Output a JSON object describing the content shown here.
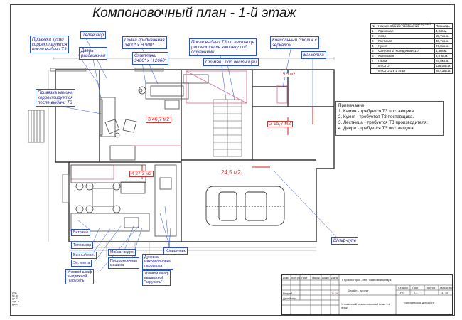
{
  "title": "Компоновочный план - 1-й этаж",
  "explication": {
    "heading": "Экспликация помещений",
    "columns": [
      "№",
      "Наименование помещений",
      "Площадь"
    ],
    "rows": [
      [
        "1",
        "Прихожая",
        "4,0кв.м."
      ],
      [
        "2",
        "Холл",
        "15,7кв.м."
      ],
      [
        "3",
        "Гостиная",
        "46,7кв.м."
      ],
      [
        "4",
        "Кухня",
        "27,3кв.м."
      ],
      [
        "5",
        "Санузел 2. Колодезная 1.7",
        "4,3кв.м."
      ],
      [
        "6",
        "Котельная",
        "5,5 кв.м."
      ],
      [
        "7",
        "Гараж",
        "24,5кв.м."
      ],
      [
        "",
        "ИТОГО",
        "128,0кв.м."
      ],
      [
        "",
        "ИТОГО 1 и 2 этаж",
        "287,3кв.м."
      ]
    ]
  },
  "notes": {
    "heading": "Примечание:",
    "items": [
      "1. Камин - требуется ТЗ поставщика.",
      "2. Кухня - требуется ТЗ поставщика.",
      "3. Лестница - требуется ТЗ производителя.",
      "4. Двери - требуется ТЗ поставщика."
    ]
  },
  "annotations": {
    "kitchen_binding": [
      "Привязка кухни",
      "корректируется",
      "после выдачи ТЗ"
    ],
    "tv": "Телевизор",
    "sliding_door": [
      "Дверь",
      "раздвижная"
    ],
    "shelf": [
      "Полка придиванная",
      "3400* х Н 900*"
    ],
    "shelving": [
      "Стеллажи",
      "3400* х Н 2660*"
    ],
    "stairs_note": [
      "После выдачи ТЗ по лестнице",
      "рассмотреть зашивку под",
      "ступенями"
    ],
    "under_stairs": "Ст.маш. под лестницей",
    "console": [
      "Консольный столик с",
      "зеркалом"
    ],
    "bench": "Банкетка",
    "fireplace_binding": [
      "Привязка камина",
      "корректируется",
      "после выдачи ТЗ"
    ],
    "wardrobe": "Шкаф-купе",
    "showcases": "Витрины",
    "tv2": "Телевизор",
    "wine": "Винный хол.",
    "hob": [
      "Эл. плита"
    ],
    "corner_cabinet": [
      "Угловой шкаф",
      "выдвижной",
      "\"карусель\""
    ],
    "sink": "Мойка+ведро",
    "dishwasher": [
      "Посудомоечная",
      "машина"
    ],
    "hood": "Копиручник",
    "oven": [
      "Духовка,",
      "микроволновка,",
      "пароварка"
    ],
    "corner_cabinet2": [
      "Угловой шкаф",
      "выдвижной",
      "\"карусель\""
    ]
  },
  "rooms": {
    "r3": "3 46,7 м2",
    "r4": "4 27,3 м2",
    "r2": "2 15,7 м2",
    "r7": "24,5 м2",
    "r6": "5,5 м2"
  },
  "stamp": {
    "address": "г. Красногорск , ЖК \"Павловский парк\"",
    "project": "Дизайн - проект",
    "sheet_title": "Угловочный компоновочный план 1-й этаж",
    "stage_h": "Стадия",
    "sheet_h": "Лист",
    "sheets_h": "Листов",
    "scale_h": "Масштаб",
    "stage": "РП",
    "sheet": "2.1",
    "scale": "1 : 50",
    "org": "\"Заборинская ДИЗАЙН\"",
    "r1": "Изм.",
    "r2": "Кол.уч.",
    "r3": "Лист",
    "r4": "№док.",
    "r5": "Подп.",
    "r6": "Дата",
    "dev": "Разраб.",
    "check": "Дизайнер",
    "date": "11.08"
  },
  "side": "Инв. № подл. Подп. и дата"
}
